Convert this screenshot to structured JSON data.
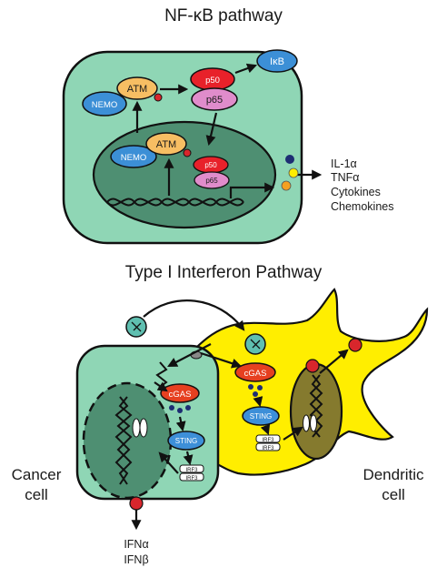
{
  "nfkb": {
    "title": "NF-κB pathway",
    "nemo": "NEMO",
    "atm": "ATM",
    "p50": "p50",
    "p65": "p65",
    "ikb": "IκB",
    "outputs": [
      "IL-1α",
      "TNFα",
      "Cytokines",
      "Chemokines"
    ]
  },
  "ifn": {
    "title": "Type I Interferon Pathway",
    "cgas": "cGAS",
    "sting": "STING",
    "irf3": "IRF3",
    "cancer_cell": [
      "Cancer",
      "cell"
    ],
    "dendritic_cell": [
      "Dendritic",
      "cell"
    ],
    "outputs": [
      "IFNα",
      "IFNβ"
    ]
  },
  "colors": {
    "cell_green": "#8fd6b5",
    "nucleus_green": "#4e8f72",
    "nucleus_olive": "#857a2e",
    "dendritic_yellow": "#ffee00",
    "p50_red": "#e8212a",
    "p65_pink": "#e08ccb",
    "nemo_blue": "#3c8fd6",
    "atm_orange": "#f7be63",
    "sting_blue": "#3d8fd8",
    "cgas_red": "#e64020",
    "dot_red": "#d8262c",
    "dot_navy": "#1d2d73"
  }
}
